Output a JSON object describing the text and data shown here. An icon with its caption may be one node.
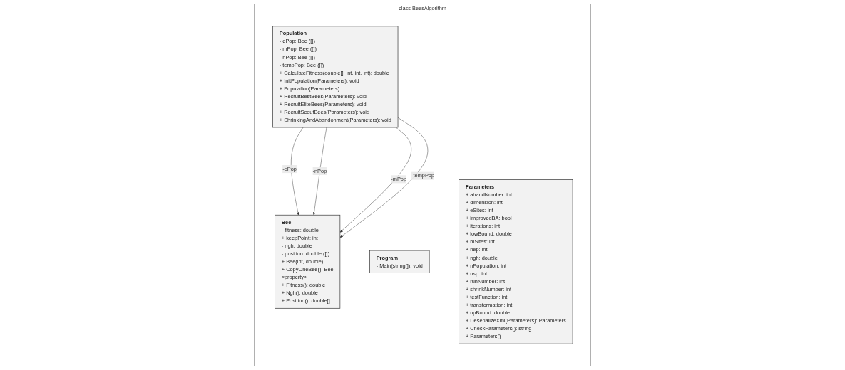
{
  "diagram": {
    "nodes": [
      {
        "text": [
          "class BeesAlgorithm"
        ]
      },
      {
        "text": [
          "Parameters",
          "+ abandNumber: int",
          "+ dimension: int",
          "+ eSites: int",
          "+ improvedBA: bool",
          "+ iterations: int",
          "+ lowBound: double",
          "+ mSites: int",
          "+ nep: int",
          "+ ngh: double",
          "+ nPopulation: int",
          "+ nsp: int",
          "+ runNumber: int",
          "+ shrinkNumber: int",
          "+ testFunction: int",
          "+ transformation: int",
          "+ upBound: double",
          "+ DeserializeXml(Parameters): Parameters",
          "+ CheckParameters(): string",
          "+ Parameters()"
        ],
        "in": 0
      },
      {
        "text": [
          "Bee",
          "- fitness: double",
          "+ keepPoint: int",
          "- ngh: double",
          "- position: double ([])",
          "+ Bee(int, double)",
          "+ CopyOneBee(): Bee",
          "«property»",
          "+ Fitness(): double",
          "+ Ngh(): double",
          "+ Position(): double[]"
        ],
        "in": 0
      },
      {
        "text": [
          "Population",
          "- ePop: Bee ([])",
          "- mPop: Bee ([])",
          "- nPop: Bee ([])",
          "- tempPop: Bee ([])",
          "+ CalculateFitness(double[], int, int, int): double",
          "+ InitPopulation(Parameters): void",
          "+ Population(Parameters)",
          "+ RecruitBestBees(Parameters): void",
          "+ RecruitEliteBees(Parameters): void",
          "+ RecruitScoutBees(Parameters): void",
          "+ ShrinkingAndAbandonment(Parameters): void"
        ],
        "in": 0
      },
      {
        "text": [
          "Program",
          "- Main(string[]): void"
        ],
        "in": 0
      }
    ],
    "edges": [
      {
        "from": 3,
        "to": 2,
        "arrow": "to",
        "label": "-ePop"
      },
      {
        "from": 3,
        "to": 2,
        "arrow": "to",
        "label": "-nPop"
      },
      {
        "from": 3,
        "to": 2,
        "arrow": "to",
        "label": "-mPop"
      },
      {
        "from": 3,
        "to": 2,
        "arrow": "to",
        "label": "-tempPop"
      }
    ]
  }
}
